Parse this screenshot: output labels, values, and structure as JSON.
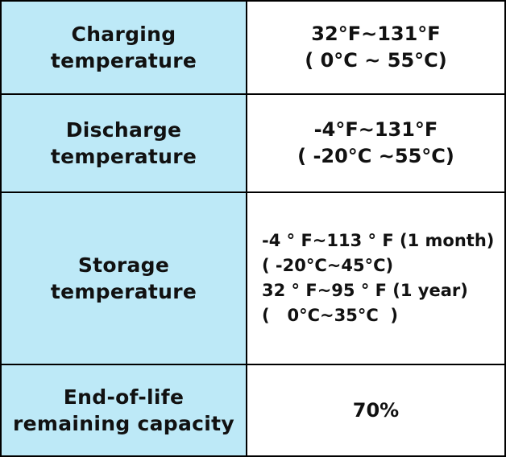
{
  "rows": [
    {
      "label": "Charging\ntemperature",
      "value": "32°F~131°F\n( 0°C ~ 55°C)"
    },
    {
      "label": "Discharge\ntemperature",
      "value": "-4°F~131°F\n( -20°C ~55°C)"
    },
    {
      "label": "Storage\ntemperature",
      "value": "-4 ° F~113 ° F (1 month)\n( -20°C~45°C)\n32 ° F~95 ° F (1 year)\n(   0°C~35°C  )"
    },
    {
      "label": "End-of-life\nremaining capacity",
      "value": "70%"
    }
  ],
  "colors": {
    "label_background": "#bde9f7",
    "value_background": "#ffffff",
    "border": "#000000",
    "text": "#111111"
  }
}
